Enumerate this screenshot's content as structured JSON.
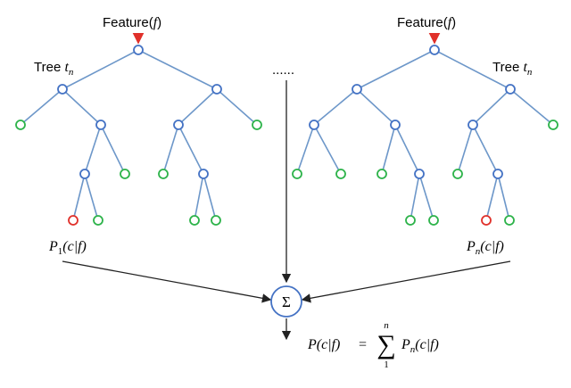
{
  "left_tree": {
    "feature_label": "Feature(",
    "feature_var": "f",
    "feature_close": ")",
    "tree_label": "Tree",
    "tree_var": "t",
    "tree_sub": "n",
    "prob_P": "P",
    "prob_sub": "1",
    "prob_rest": "(c|f)"
  },
  "right_tree": {
    "feature_label": "Feature(",
    "feature_var": "f",
    "feature_close": ")",
    "tree_label": "Tree",
    "tree_var": "t",
    "tree_sub": "n",
    "prob_P": "P",
    "prob_sub": "n",
    "prob_rest": "(c|f)"
  },
  "ellipsis": "......",
  "sum_symbol": "Σ",
  "formula": {
    "lhs": "P(c|f)",
    "eq": "=",
    "sum": "∑",
    "upper": "n",
    "lower": "1",
    "P": "P",
    "sub": "n",
    "rest": "(c|f)"
  },
  "colors": {
    "edge": "#6d97c9",
    "internal_node": "#4472c4",
    "leaf_node": "#2db34a",
    "highlight_leaf": "#e0302a",
    "feature_arrow": "#e0302a"
  }
}
